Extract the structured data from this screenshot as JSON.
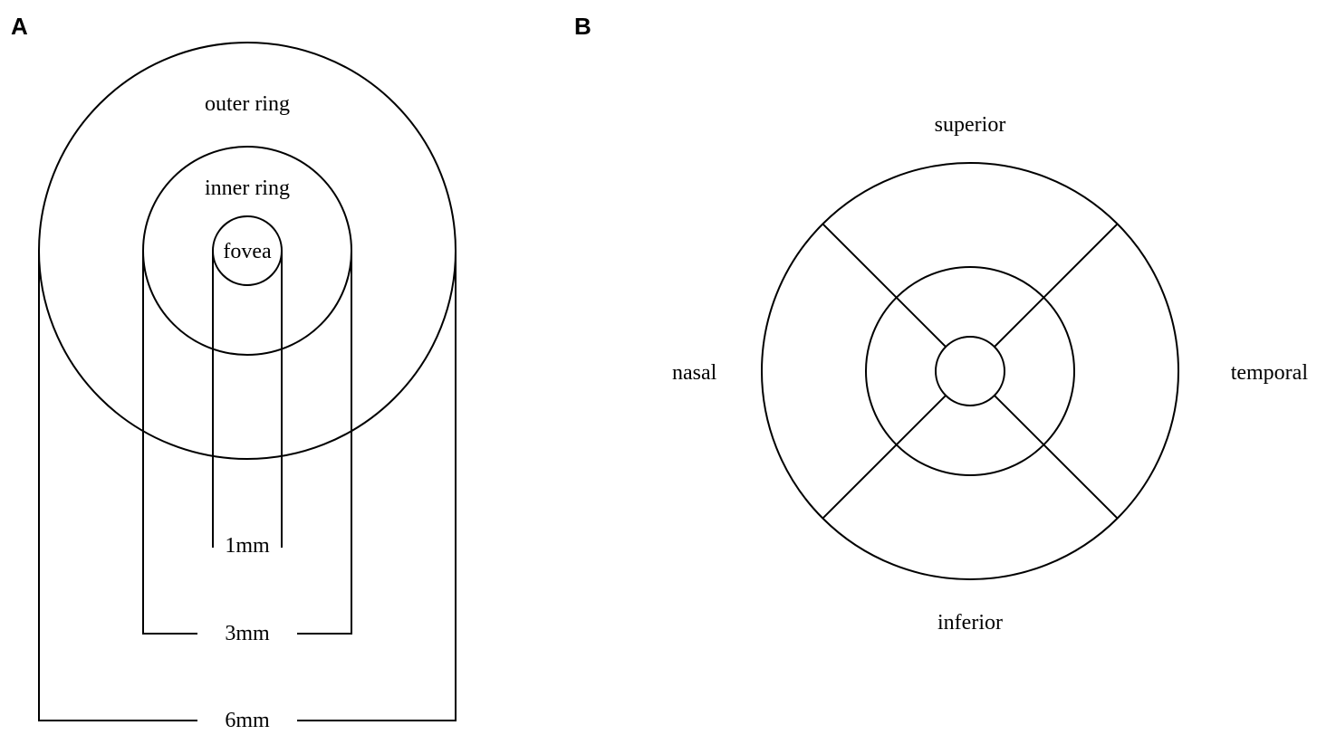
{
  "panel_a": {
    "label": "A",
    "regions": {
      "outer": "outer ring",
      "inner": "inner ring",
      "center": "fovea"
    },
    "dimensions": {
      "small": "1mm",
      "medium": "3mm",
      "large": "6mm"
    }
  },
  "panel_b": {
    "label": "B",
    "directions": {
      "top": "superior",
      "bottom": "inferior",
      "left": "nasal",
      "right": "temporal"
    }
  },
  "colors": {
    "line": "#000000",
    "background": "#ffffff"
  }
}
